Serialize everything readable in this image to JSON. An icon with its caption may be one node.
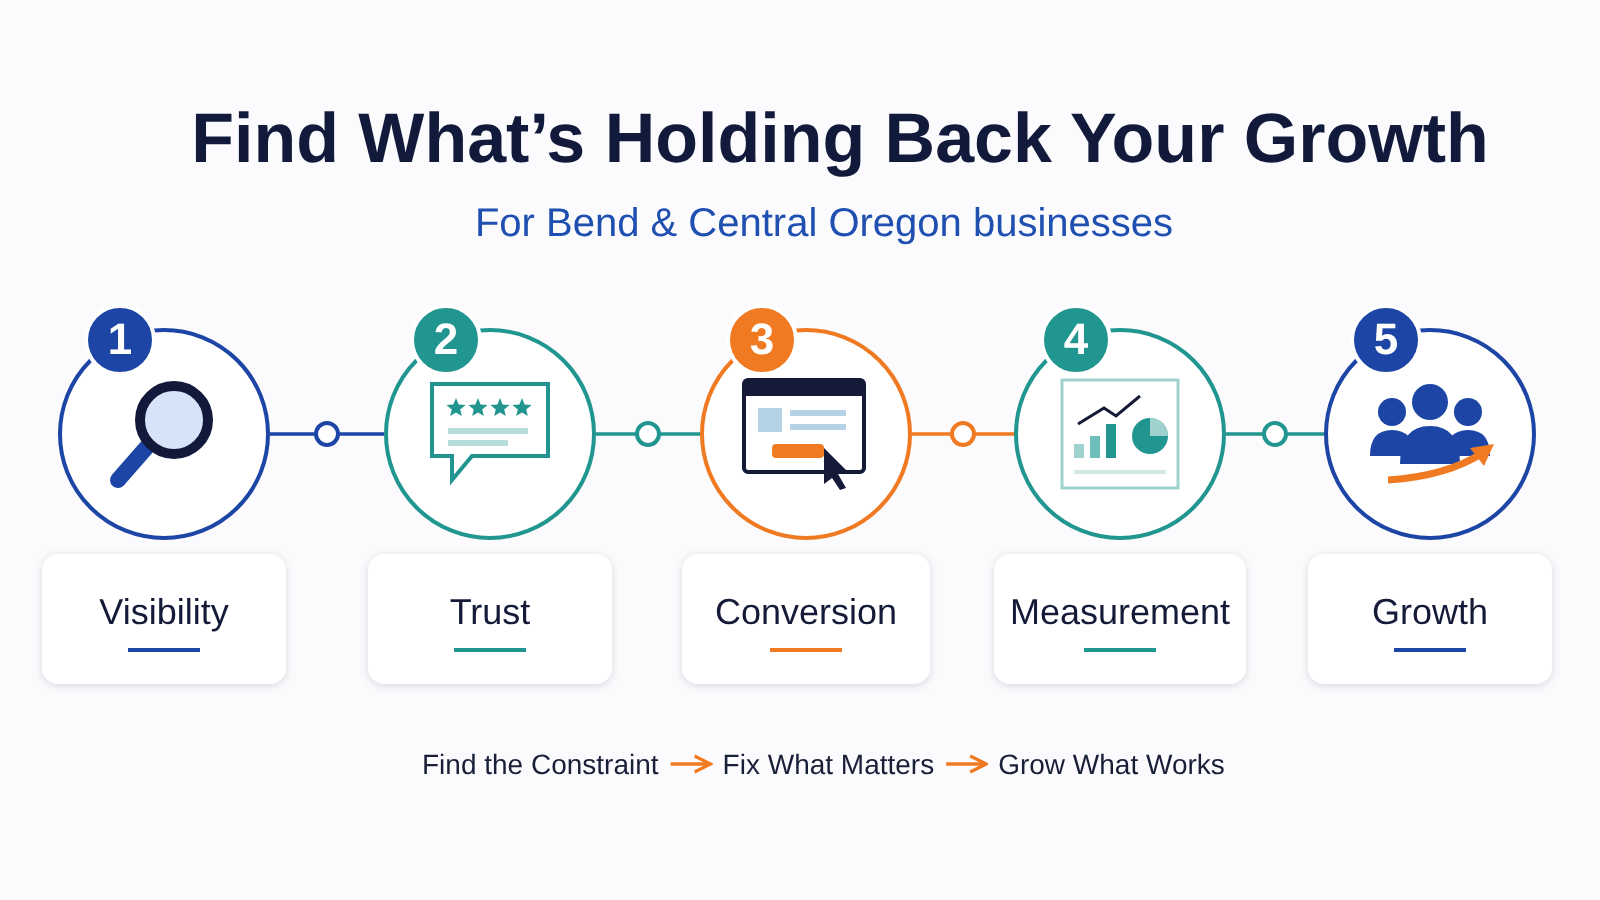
{
  "diagram": {
    "title": "Find What’s Holding Back Your Growth",
    "caption": "For Bend & Central Oregon businesses",
    "nodes": [
      {
        "text": [
          "1"
        ]
      },
      {
        "text": [],
        "shape": "circle"
      },
      {
        "text": [
          "Visibility"
        ]
      },
      {
        "text": [
          "2"
        ]
      },
      {
        "text": [],
        "shape": "circle"
      },
      {
        "text": [
          "Trust"
        ]
      },
      {
        "text": [
          "3"
        ]
      },
      {
        "text": [],
        "shape": "circle"
      },
      {
        "text": [
          "Conversion"
        ]
      },
      {
        "text": [
          "4"
        ]
      },
      {
        "text": [],
        "shape": "circle"
      },
      {
        "text": [
          "Measurement"
        ]
      },
      {
        "text": [
          "5"
        ]
      },
      {
        "text": [],
        "shape": "circle"
      },
      {
        "text": [
          "Growth"
        ]
      },
      {
        "text": [
          "Find the Constraint"
        ]
      },
      {
        "text": [
          "Fix What Matters"
        ]
      },
      {
        "text": [
          "Grow What Works"
        ]
      }
    ],
    "edges": [
      {
        "from": 1,
        "to": 4,
        "arrow": "none",
        "color": "#1d45a6"
      },
      {
        "from": 4,
        "to": 7,
        "arrow": "none",
        "color": "#21958f"
      },
      {
        "from": 7,
        "to": 10,
        "arrow": "none",
        "color": "#f07a22"
      },
      {
        "from": 10,
        "to": 13,
        "arrow": "none",
        "color": "#21958f"
      },
      {
        "from": 15,
        "to": 16,
        "arrow": "to",
        "color": "#f07a22"
      },
      {
        "from": 16,
        "to": 17,
        "arrow": "to",
        "color": "#f07a22"
      }
    ]
  }
}
